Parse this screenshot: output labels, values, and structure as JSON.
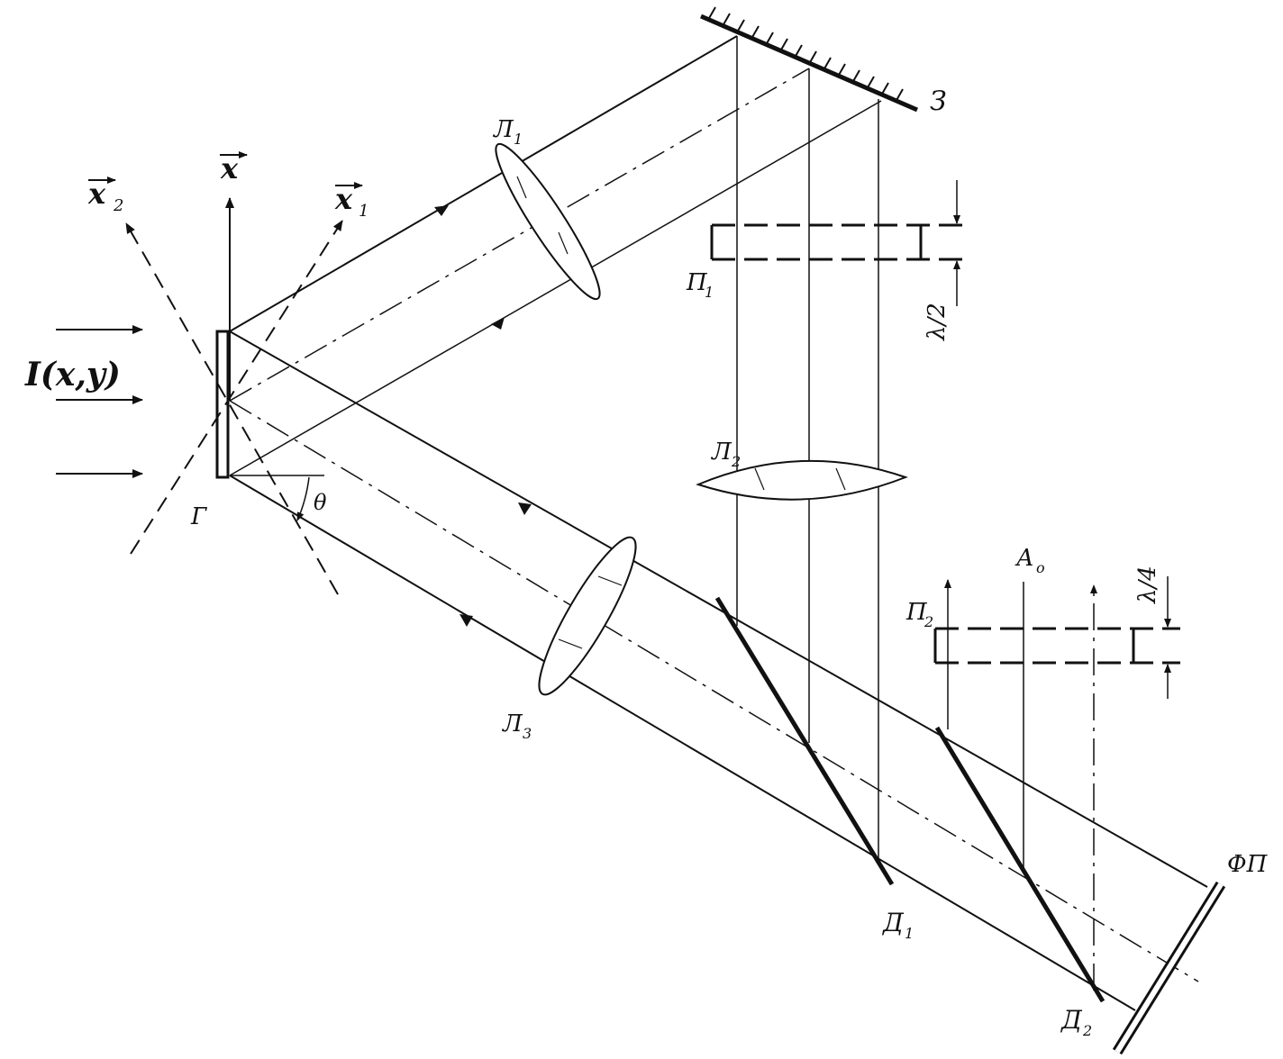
{
  "labels": {
    "intensity": "I(x,y)",
    "hologram": "Г",
    "theta": "θ",
    "mirror": "З",
    "lens1": "Л",
    "lens1_sub": "1",
    "lens2": "Л",
    "lens2_sub": "2",
    "lens3": "Л",
    "lens3_sub": "3",
    "plate1": "П",
    "plate1_sub": "1",
    "plate2": "П",
    "plate2_sub": "2",
    "half_wave": "λ/2",
    "quarter_wave": "λ/4",
    "a0": "А",
    "a0_sub": "о",
    "beamsplitter1": "Д",
    "beamsplitter1_sub": "1",
    "beamsplitter2": "Д",
    "beamsplitter2_sub": "2",
    "photodetector": "ФП",
    "axis_x": "x",
    "axis_x1": "x",
    "axis_x1_sub": "1",
    "axis_x2": "x",
    "axis_x2_sub": "2"
  },
  "colors": {
    "ink": "#111111",
    "background": "#ffffff"
  }
}
